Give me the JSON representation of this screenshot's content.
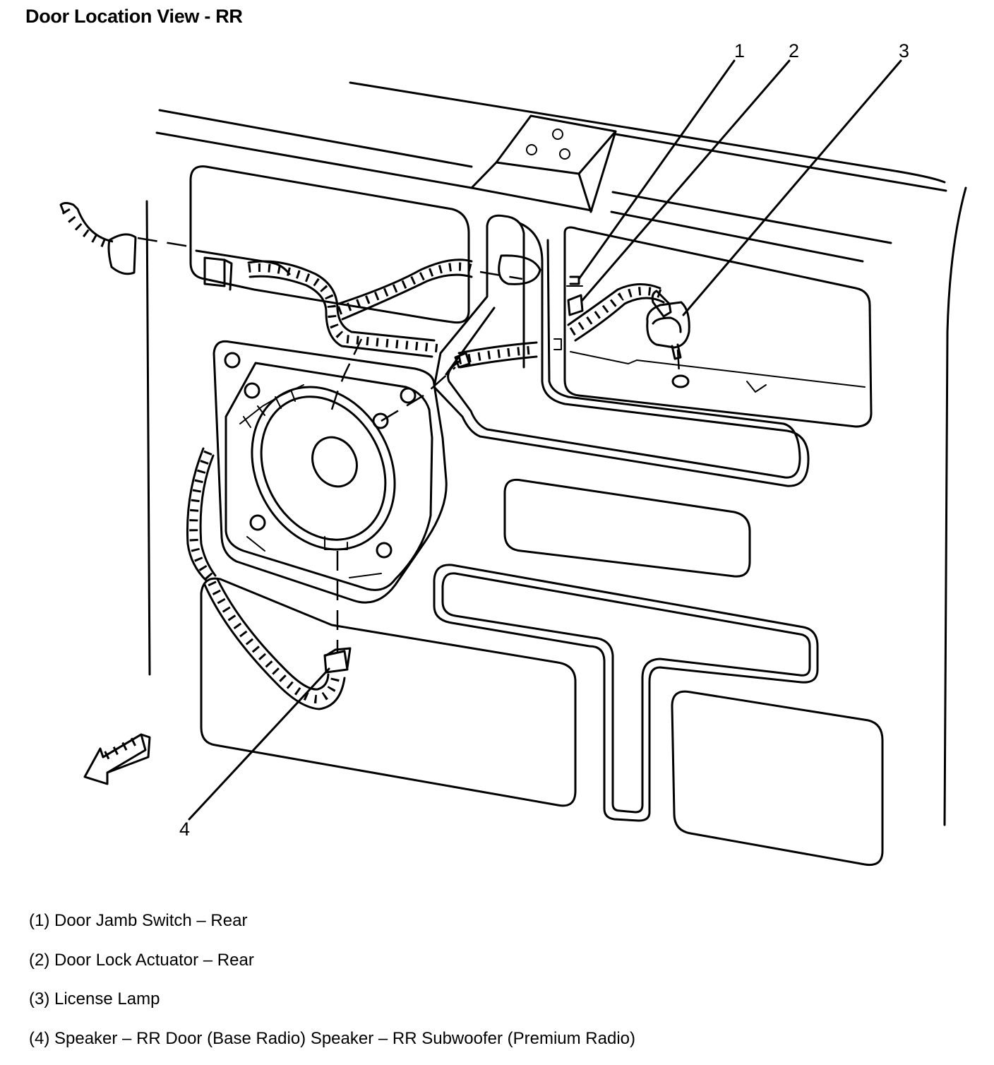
{
  "title": "Door Location View - RR",
  "callouts": [
    {
      "id": "1",
      "label": "1"
    },
    {
      "id": "2",
      "label": "2"
    },
    {
      "id": "3",
      "label": "3"
    },
    {
      "id": "4",
      "label": "4"
    }
  ],
  "legend": [
    {
      "text": "(1) Door Jamb Switch – Rear"
    },
    {
      "text": "(2) Door Lock Actuator – Rear"
    },
    {
      "text": "(3) License Lamp"
    },
    {
      "text": "(4) Speaker – RR Door (Base Radio) Speaker – RR Subwoofer (Premium Radio)"
    }
  ]
}
